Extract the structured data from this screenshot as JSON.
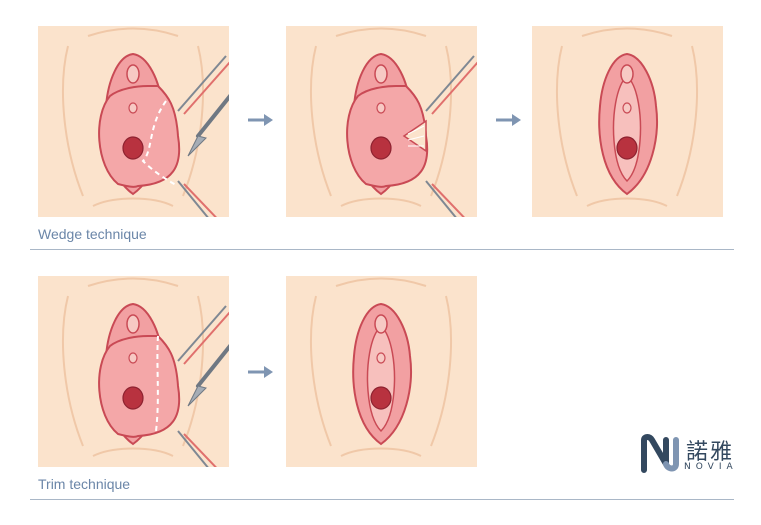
{
  "sections": {
    "wedge": {
      "label": "Wedge technique"
    },
    "trim": {
      "label": "Trim technique"
    }
  },
  "logo": {
    "chinese": "諾雅",
    "latin": "NOVIA"
  },
  "colors": {
    "panel_bg": "#fbe3cc",
    "tissue": "#f2a0a2",
    "tissue_outline": "#c94a55",
    "arrow": "#7f95b2",
    "label_text": "#6b86a8",
    "divider": "#a9b7c7",
    "logo": "#33485f"
  },
  "icons": {
    "arrow": "right-arrow-icon",
    "scalpel": "scalpel-icon",
    "forceps": "forceps-icon"
  }
}
